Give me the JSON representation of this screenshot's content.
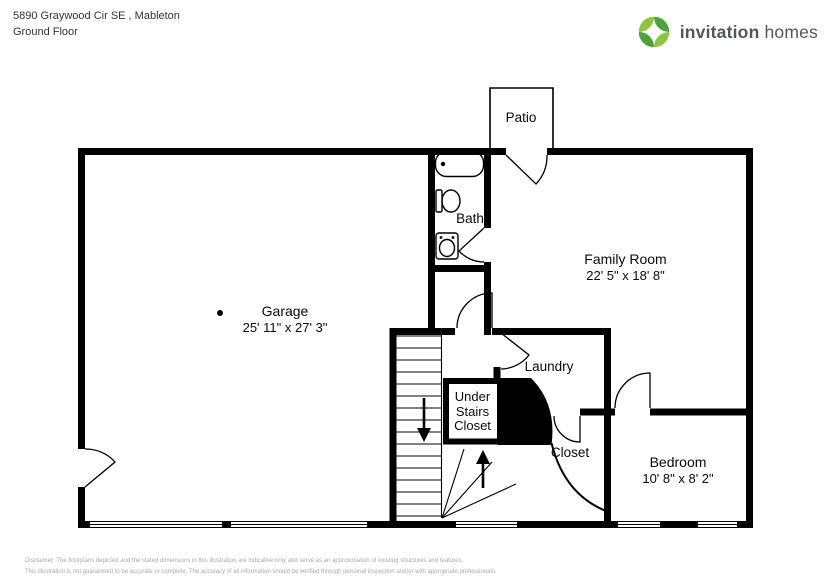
{
  "header": {
    "address_line1": "5890 Graywood Cir SE , Mableton",
    "floor_label": "Ground Floor",
    "brand": {
      "word1": "invitation",
      "word2": "homes",
      "logo_icon": "invitation-homes-leaf-pinwheel",
      "leaf_color_light": "#8cc63f",
      "leaf_color_dark": "#4ca339",
      "wordmark_color": "#54565a"
    }
  },
  "floorplan": {
    "wall_color": "#000000",
    "rooms": {
      "patio": {
        "name": "Patio"
      },
      "bath": {
        "name": "Bath"
      },
      "family_room": {
        "name": "Family Room",
        "dims": "22' 5\" x 18' 8\""
      },
      "garage": {
        "name": "Garage",
        "dims": "25' 11\" x 27' 3\""
      },
      "laundry": {
        "name": "Laundry"
      },
      "under_stairs_closet": {
        "name": "Under Stairs Closet"
      },
      "closet": {
        "name": "Closet"
      },
      "bedroom": {
        "name": "Bedroom",
        "dims": "10' 8\" x 8' 2\""
      }
    }
  },
  "footer": {
    "disclaimer_line1": "Disclaimer: The floorplans depicted and the stated dimensions in this illustration are indicative only and serve as an approximation of existing structures and features.",
    "disclaimer_line2": "This illustration is not guaranteed to be accurate or complete. The accuracy of all information should be verified through personal inspection and/or with appropriate professionals."
  }
}
